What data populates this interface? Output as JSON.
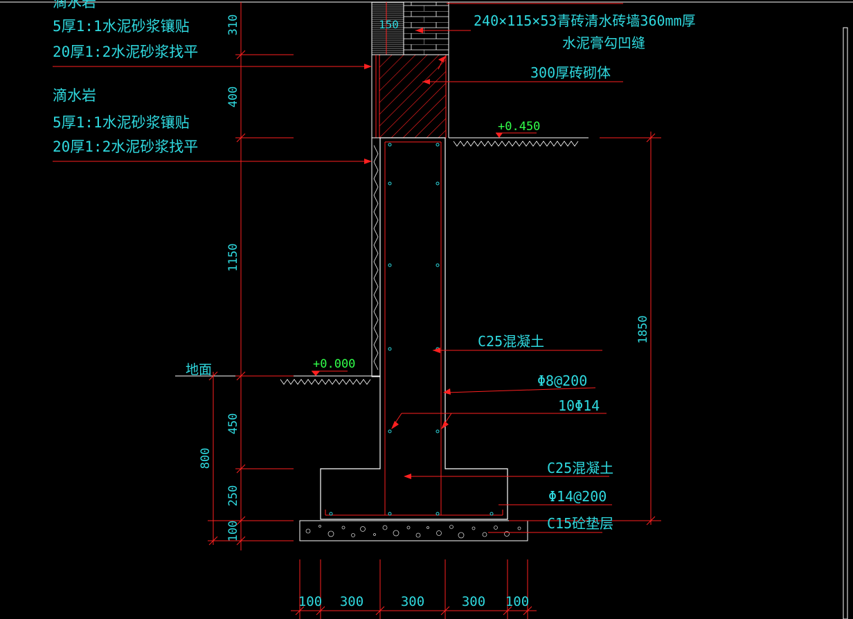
{
  "colors": {
    "background": "#000000",
    "text_cyan": "#2fd9df",
    "line_red": "#ff2020",
    "line_white": "#ffffff",
    "elev_green": "#31ff4a"
  },
  "labels": {
    "top_cut_note": "滴水岩",
    "note1_line1": "5厚1:1水泥砂浆镶贴",
    "note1_line2": "20厚1:2水泥砂浆找平",
    "note2_title": "滴水岩",
    "note2_line1": "5厚1:1水泥砂浆镶贴",
    "note2_line2": "20厚1:2水泥砂浆找平",
    "brick_wall_line1": "240×115×53青砖清水砖墙360mm厚",
    "brick_wall_line2": "水泥膏勾凹缝",
    "masonry": "300厚砖砌体",
    "elev_top": "+0.450",
    "elev_ground": "+0.000",
    "ground": "地面",
    "concrete_wall": "C25混凝土",
    "stirrup": "Φ8@200",
    "main_bar": "10Φ14",
    "concrete_base": "C25混凝土",
    "base_bar": "Φ14@200",
    "cushion": "C15砼垫层",
    "label_150": "150"
  },
  "dimensions": {
    "left_vertical": [
      "310",
      "400",
      "1150",
      "450",
      "250",
      "100"
    ],
    "inner_vertical": "800",
    "right_vertical": "1850",
    "bottom": [
      "100",
      "300",
      "300",
      "300",
      "100"
    ]
  }
}
